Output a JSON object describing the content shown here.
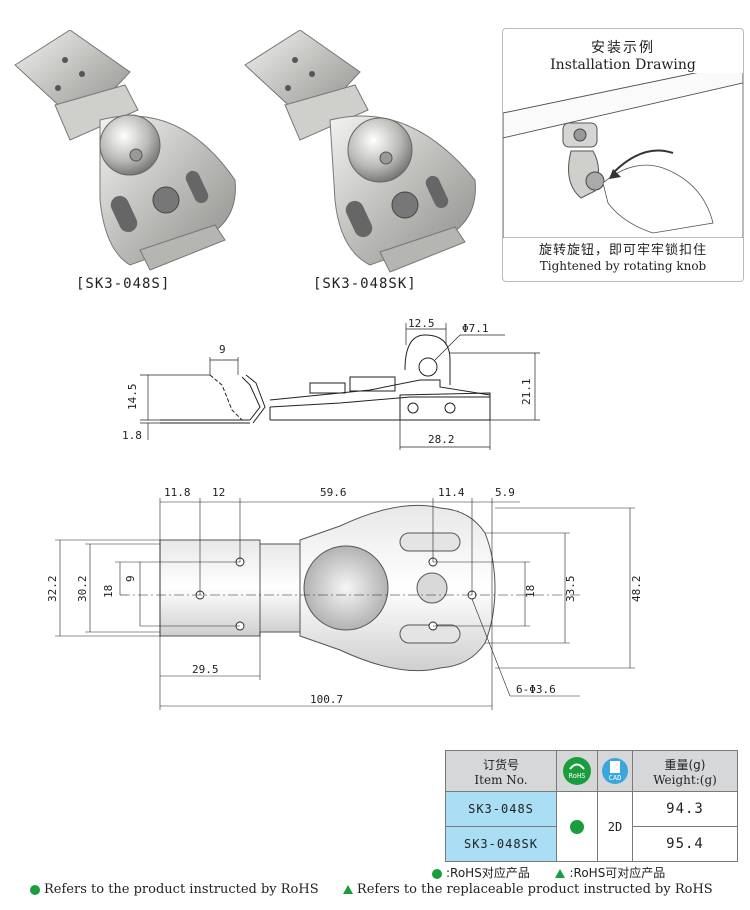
{
  "products": {
    "photo_1_caption": "[SK3-048S]",
    "photo_2_caption": "[SK3-048SK]"
  },
  "installation": {
    "title_cn": "安装示例",
    "title_en": "Installation Drawing",
    "note_cn": "旋转旋钮，即可牢牢锁扣住",
    "note_en": "Tightened by rotating knob"
  },
  "side_view": {
    "dims": {
      "d9": "9",
      "d14_5": "14.5",
      "d1_8": "1.8",
      "d12_5": "12.5",
      "phi7_1": "Φ7.1",
      "d21_1": "21.1",
      "d28_2": "28.2"
    }
  },
  "top_view": {
    "dims": {
      "d11_8": "11.8",
      "d12": "12",
      "d59_6": "59.6",
      "d11_4": "11.4",
      "d5_9": "5.9",
      "d32_2": "32.2",
      "d30_2": "30.2",
      "d9": "9",
      "d18_left": "18",
      "d18_right": "18",
      "d33_5": "33.5",
      "d48_2": "48.2",
      "d29_5": "29.5",
      "d100_7": "100.7",
      "holes": "6-Φ3.6"
    }
  },
  "spec_table": {
    "header": {
      "item_cn": "订货号",
      "item_en": "Item No.",
      "rohs_badge": "RoHS",
      "cad_badge": "CAD",
      "weight_cn": "重量(g)",
      "weight_en": "Weight:(g)"
    },
    "rows": [
      {
        "item": "SK3-048S",
        "rohs": "dot",
        "cad": "2D",
        "weight": "94.3"
      },
      {
        "item": "SK3-048SK",
        "rohs": "dot",
        "cad": "2D",
        "weight": "95.4"
      }
    ],
    "note_dot_cn": ":RoHS对应产品",
    "note_tri_cn": ":RoHS可对应产品"
  },
  "legend": {
    "rohs_dot": "Refers to the product instructed by RoHS",
    "rohs_tri": "Refers to the replaceable product instructed by RoHS"
  },
  "colors": {
    "rohs_green": "#1a9d3c",
    "item_cell": "#a9def4",
    "header_cell": "#d6d7d8",
    "cad_blue": "#3aa6dd"
  }
}
